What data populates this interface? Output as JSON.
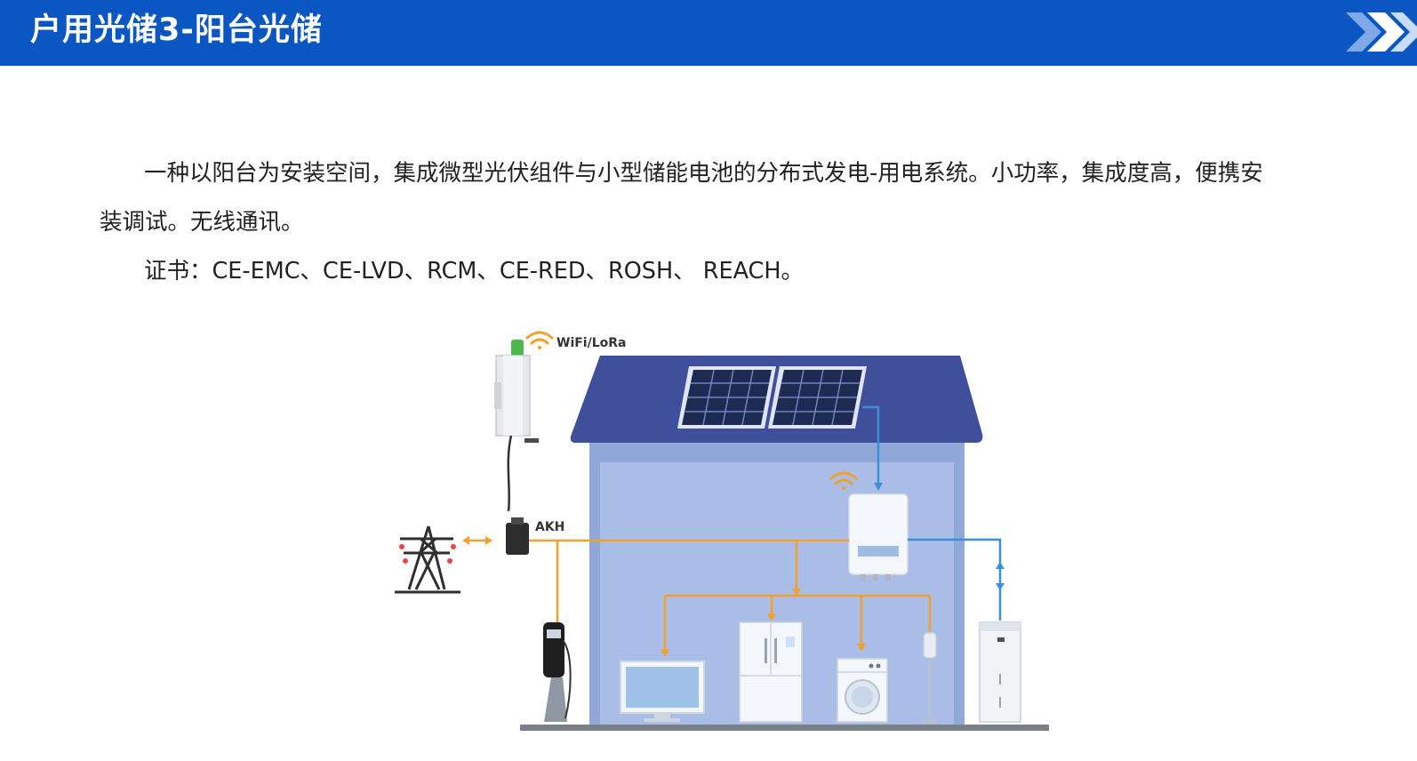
{
  "header": {
    "title": "户用光储3-阳台光储"
  },
  "description": {
    "paragraph1": "一种以阳台为安装空间，集成微型光伏组件与小型储能电池的分布式发电-用电系统。小功率，集成度高，便携安装调试。无线通讯。",
    "paragraph2": "证书：CE-EMC、CE-LVD、RCM、CE-RED、ROSH、 REACH。"
  },
  "diagram": {
    "wifi_label": "WiFi/LoRa",
    "meter_label": "AKH"
  },
  "colors": {
    "header_bg": "#0a57c4",
    "roof": "#3f4f9c",
    "wall": "#8fa8d8",
    "wall_inner": "#a9bde6",
    "ac_line": "#f3a12e",
    "dc_line": "#3a8fd8"
  }
}
